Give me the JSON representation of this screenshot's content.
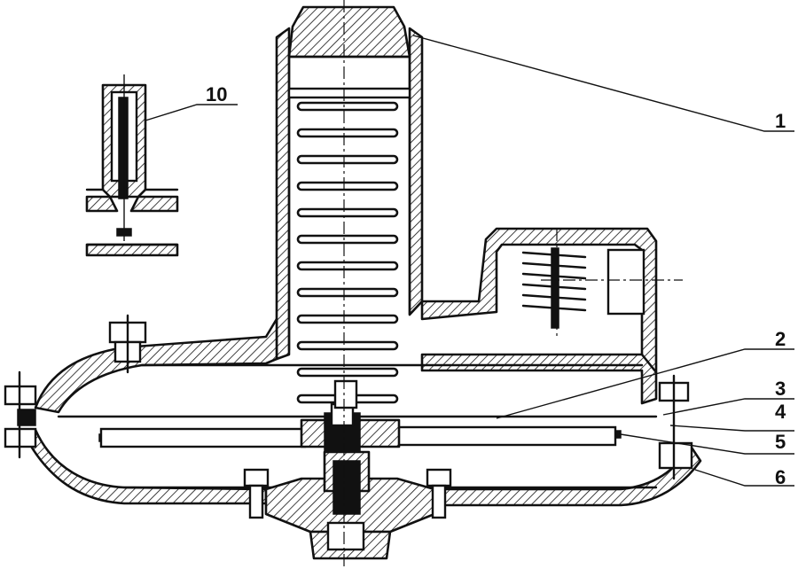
{
  "labels": {
    "l1": "1",
    "l2": "2",
    "l3": "3",
    "l4": "4",
    "l5": "5",
    "l6": "6",
    "l10": "10"
  },
  "colors": {
    "ink": "#111111",
    "background": "#ffffff"
  }
}
